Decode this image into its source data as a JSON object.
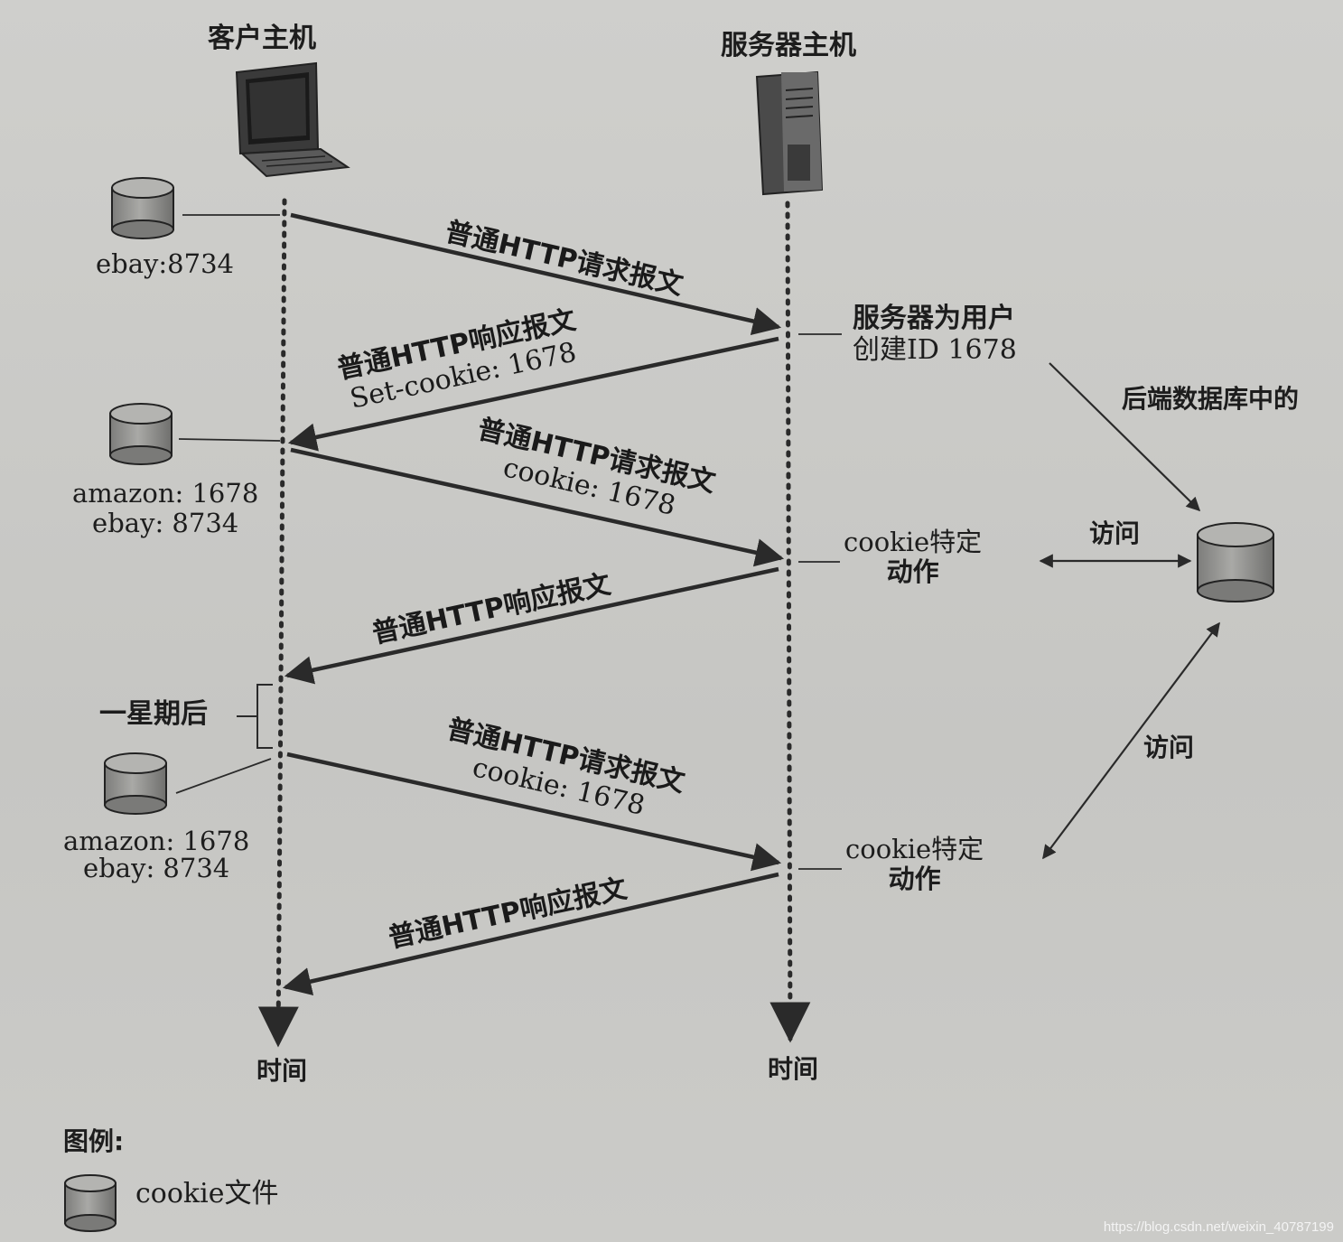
{
  "client": {
    "title": "客户主机",
    "time": "时间"
  },
  "server": {
    "title": "服务器主机",
    "time": "时间"
  },
  "cookies": [
    {
      "lines": [
        "ebay:8734"
      ]
    },
    {
      "lines": [
        "amazon: 1678",
        "ebay: 8734"
      ]
    },
    {
      "lines": [
        "amazon: 1678",
        "ebay: 8734"
      ]
    }
  ],
  "messages": [
    {
      "lines": [
        "普通HTTP请求报文"
      ]
    },
    {
      "lines": [
        "普通HTTP响应报文",
        "Set-cookie: 1678"
      ]
    },
    {
      "lines": [
        "普通HTTP请求报文",
        "cookie: 1678"
      ]
    },
    {
      "lines": [
        "普通HTTP响应报文"
      ]
    },
    {
      "lines": [
        "普通HTTP请求报文",
        "cookie: 1678"
      ]
    },
    {
      "lines": [
        "普通HTTP响应报文"
      ]
    }
  ],
  "server_notes": {
    "create_id": [
      "服务器为用户",
      "创建ID 1678"
    ],
    "action1": [
      "cookie特定",
      "动作"
    ],
    "action2": [
      "cookie特定",
      "动作"
    ]
  },
  "backend": {
    "label": "后端数据库中的",
    "access1": "访问",
    "access2": "访问"
  },
  "one_week_later": "一星期后",
  "legend": {
    "title": "图例:",
    "item": "cookie文件"
  },
  "watermark": "https://blog.csdn.net/weixin_40787199",
  "colors": {
    "line": "#2a2a2a",
    "cylinder": "#9a9a98",
    "paper": "#cbcbc8"
  }
}
